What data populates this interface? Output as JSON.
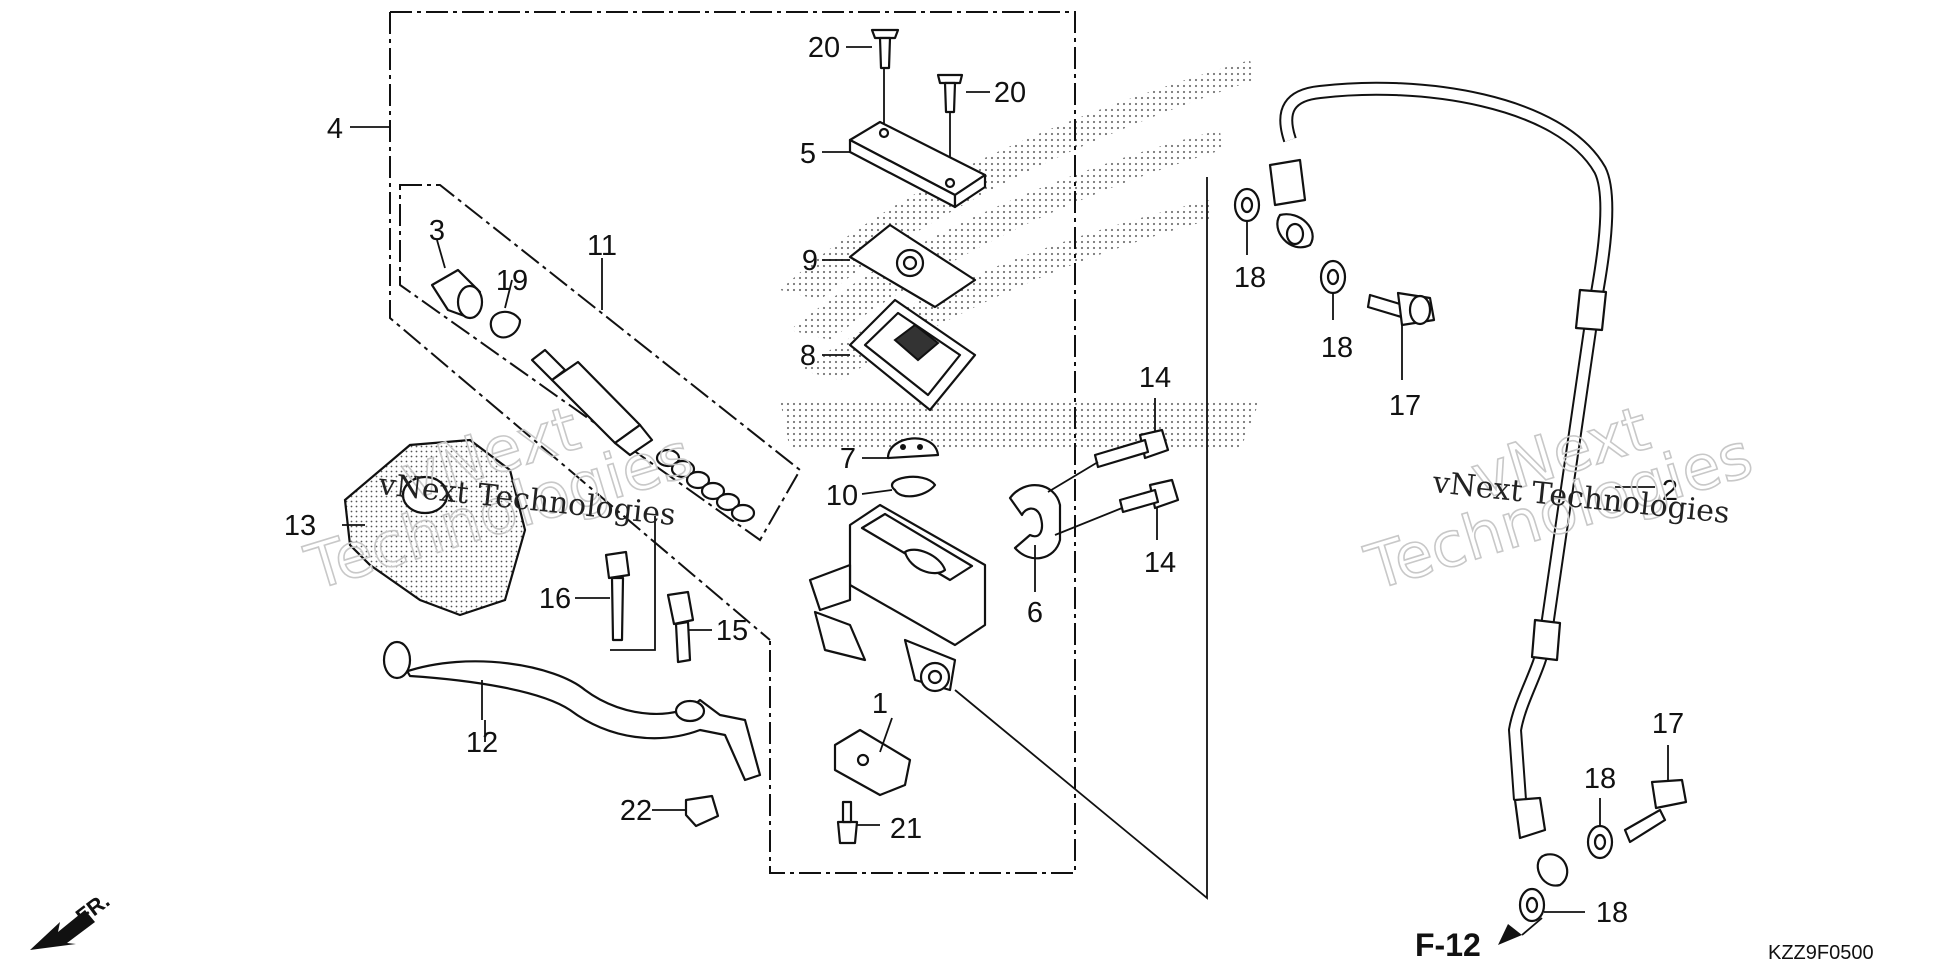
{
  "diagram": {
    "callouts": {
      "c1": "1",
      "c2": "2",
      "c3": "3",
      "c4": "4",
      "c5": "5",
      "c6": "6",
      "c7": "7",
      "c8": "8",
      "c9": "9",
      "c10": "10",
      "c11": "11",
      "c12": "12",
      "c13": "13",
      "c14a": "14",
      "c14b": "14",
      "c15": "15",
      "c16": "16",
      "c17a": "17",
      "c17b": "17",
      "c18a": "18",
      "c18b": "18",
      "c18c": "18",
      "c18d": "18",
      "c19": "19",
      "c20a": "20",
      "c20b": "20",
      "c21": "21",
      "c22": "22"
    },
    "reference": "F-12",
    "diagram_code": "KZZ9F0500",
    "direction_label": "FR.",
    "watermarks": {
      "w1a": "vNext",
      "w1b": "vNext Technologies",
      "w1c": "Technologies",
      "w2a": "vNext",
      "w2b": "vNext Technologies",
      "w2c": "Technologies"
    },
    "colors": {
      "ink": "#111111",
      "watermark": "#c8c8c8",
      "background": "#ffffff"
    }
  }
}
